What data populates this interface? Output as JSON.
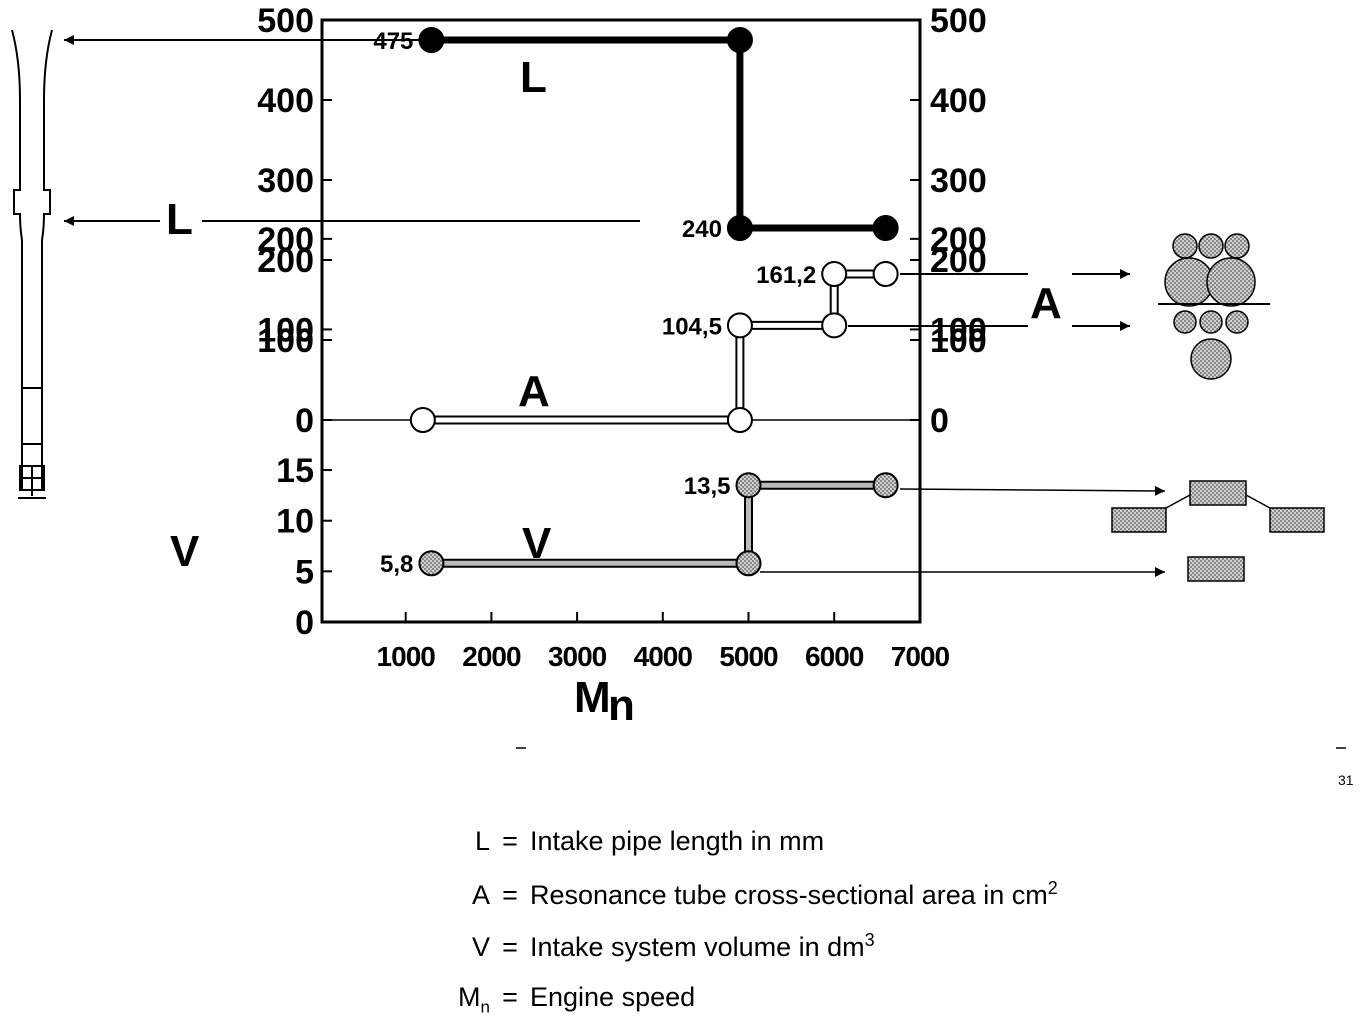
{
  "chart_data": [
    {
      "type": "line",
      "name_key": "L",
      "label": "L",
      "ylim": [
        0,
        500
      ],
      "yticks_left": [
        "500",
        "400",
        "300",
        "200",
        "100"
      ],
      "yticks_right": [
        "500",
        "400",
        "300",
        "200",
        "100"
      ],
      "points": [
        {
          "x": 1300,
          "y": 475
        },
        {
          "x": 4900,
          "y": 475
        },
        {
          "x": 4900,
          "y": 240
        },
        {
          "x": 6600,
          "y": 240
        }
      ],
      "point_labels": [
        {
          "text": "475",
          "index": 0
        },
        {
          "text": "240",
          "index": 2
        }
      ],
      "step": true
    },
    {
      "type": "line",
      "name_key": "A",
      "label": "A",
      "ylim": [
        0,
        200
      ],
      "yticks_left": [
        "200",
        "100",
        "0"
      ],
      "yticks_right": [
        "200",
        "100",
        "0"
      ],
      "points": [
        {
          "x": 1200,
          "y": 0
        },
        {
          "x": 4900,
          "y": 0
        },
        {
          "x": 4900,
          "y": 104.5
        },
        {
          "x": 6000,
          "y": 104.5
        },
        {
          "x": 6000,
          "y": 161.2
        },
        {
          "x": 6600,
          "y": 161.2
        }
      ],
      "point_labels": [
        {
          "text": "104,5",
          "index": 2
        },
        {
          "text": "161,2",
          "index": 4
        }
      ],
      "step": true
    },
    {
      "type": "line",
      "name_key": "V",
      "label": "V",
      "ylim": [
        0,
        15
      ],
      "yticks_left": [
        "15",
        "10",
        "5",
        "0"
      ],
      "points": [
        {
          "x": 1300,
          "y": 5.8
        },
        {
          "x": 5000,
          "y": 5.8
        },
        {
          "x": 5000,
          "y": 13.5
        },
        {
          "x": 6600,
          "y": 13.5
        }
      ],
      "point_labels": [
        {
          "text": "5,8",
          "index": 0
        },
        {
          "text": "13,5",
          "index": 2
        }
      ],
      "step": true
    }
  ],
  "x_axis": {
    "label": "M",
    "label_sub": "n",
    "ticks": [
      "1000",
      "2000",
      "3000",
      "4000",
      "5000",
      "6000",
      "7000"
    ],
    "xlim": [
      0,
      7000
    ]
  },
  "side_labels": {
    "L": "L",
    "A": "A",
    "V": "V"
  },
  "stray_mark": "31",
  "legend": [
    {
      "symbol": "L",
      "sub": "",
      "eq": "=",
      "text": "Intake pipe length in mm",
      "sup": ""
    },
    {
      "symbol": "A",
      "sub": "",
      "eq": "=",
      "text": "Resonance tube cross-sectional area in cm",
      "sup": "2"
    },
    {
      "symbol": "V",
      "sub": "",
      "eq": "=",
      "text": "Intake system volume in dm",
      "sup": "3"
    },
    {
      "symbol": "M",
      "sub": "n",
      "eq": "=",
      "text": "Engine speed",
      "sup": ""
    }
  ],
  "colors": {
    "line": "#000000",
    "fill_open": "#ffffff",
    "fill_hatch": "#b0b0b0"
  }
}
